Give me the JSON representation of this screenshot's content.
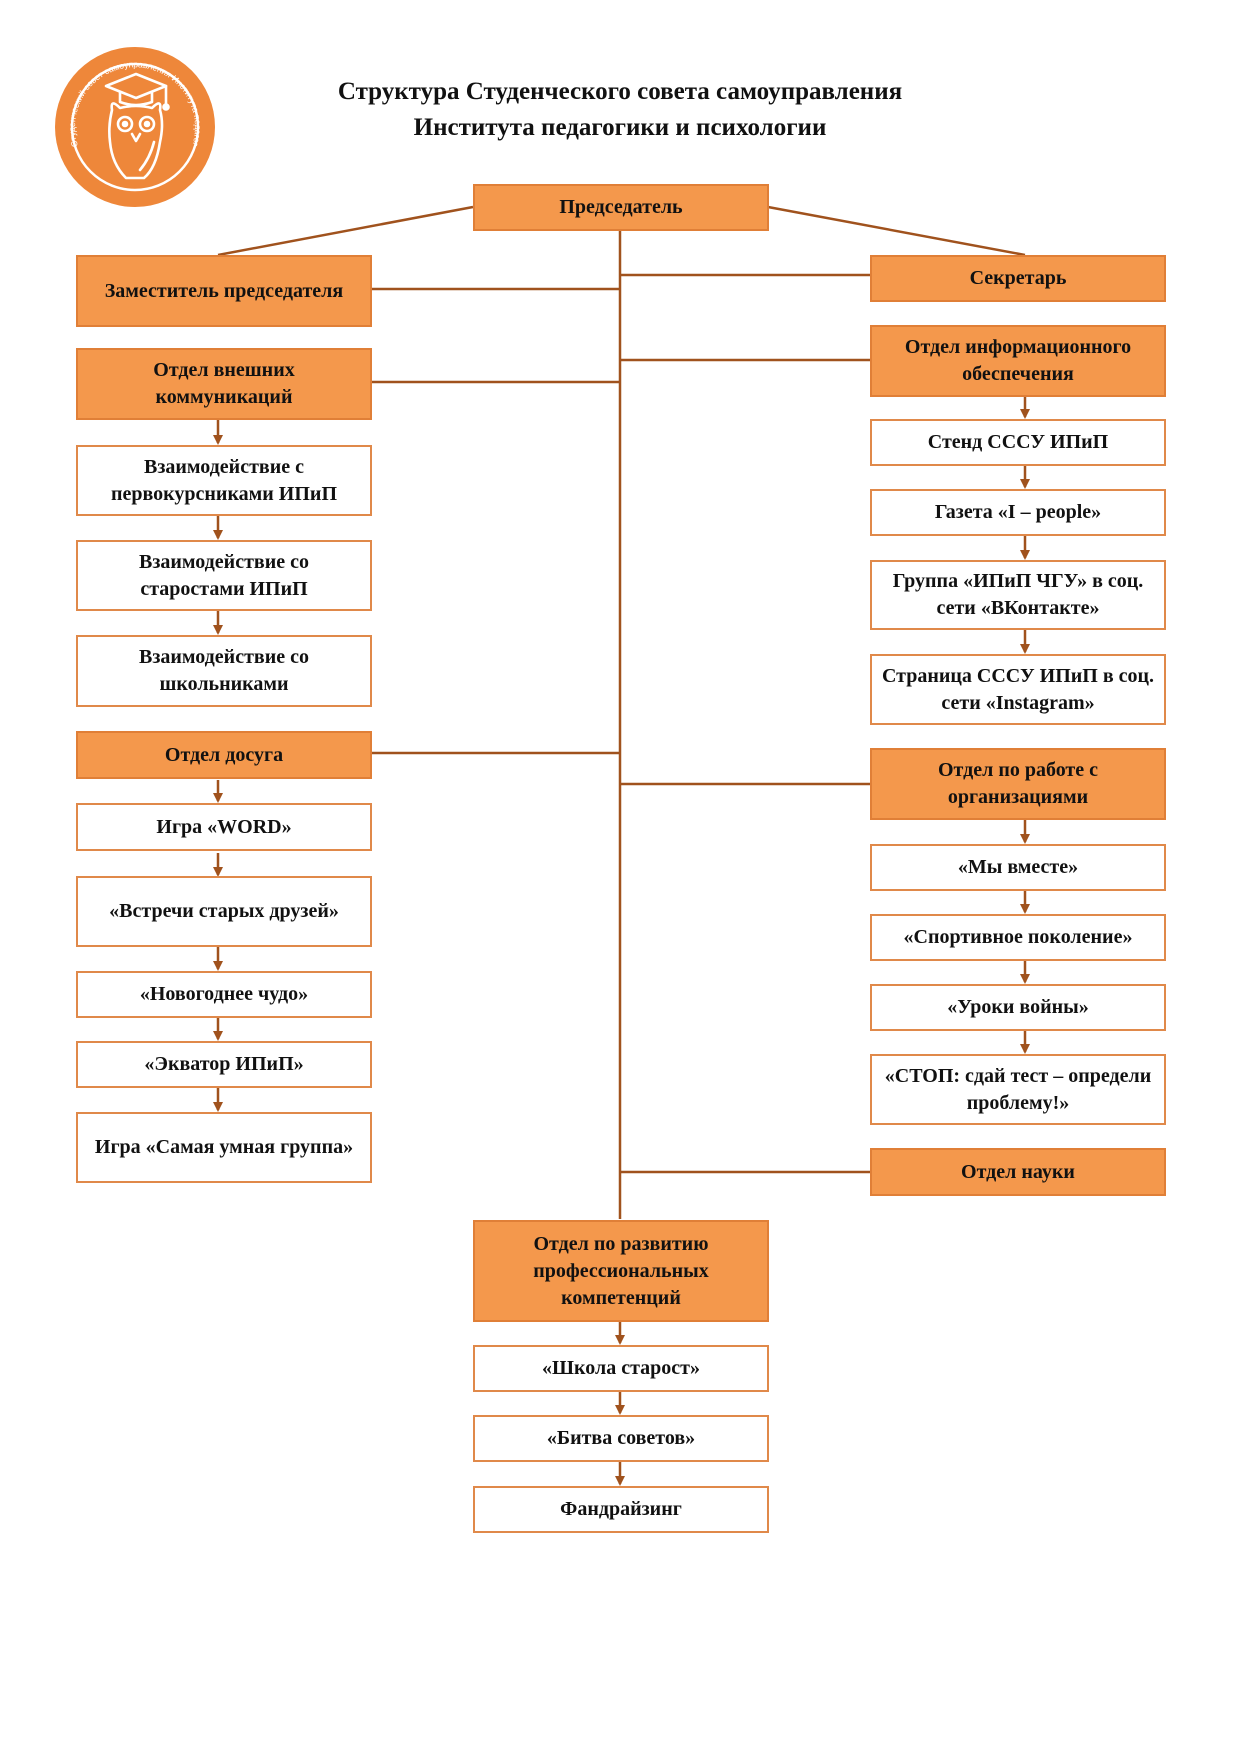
{
  "title": {
    "line1": "Структура Студенческого совета самоуправления",
    "line2": "Института педагогики и психологии"
  },
  "logo": {
    "circle_text": "Студенческий совет самоуправления Института педагогики и психологии ЧГУ",
    "icon": "owl-graduation-cap-icon"
  },
  "colors": {
    "head_fill": "#f4984c",
    "border": "#e0894a",
    "line": "#a0521d"
  },
  "nodes": {
    "chairman": "Председатель",
    "deputy": "Заместитель председателя",
    "secretary": "Секретарь",
    "ext_comm": "Отдел внешних коммуникаций",
    "ext_1": "Взаимодействие с первокурсниками ИПиП",
    "ext_2": "Взаимодействие со старостами ИПиП",
    "ext_3": "Взаимодействие со школьниками",
    "info": "Отдел информационного обеспечения",
    "info_1": "Стенд СССУ ИПиП",
    "info_2": "Газета «I – people»",
    "info_3": "Группа «ИПиП ЧГУ» в соц. сети «ВКонтакте»",
    "info_4": "Страница СССУ ИПиП в соц. сети «Instagram»",
    "leisure": "Отдел досуга",
    "leisure_1": "Игра «WORD»",
    "leisure_2": "«Встречи старых друзей»",
    "leisure_3": "«Новогоднее чудо»",
    "leisure_4": "«Экватор ИПиП»",
    "leisure_5": "Игра «Самая умная группа»",
    "org": "Отдел по работе с организациями",
    "org_1": "«Мы вместе»",
    "org_2": "«Спортивное поколение»",
    "org_3": "«Уроки войны»",
    "org_4": "«СТОП: сдай тест – определи проблему!»",
    "science": "Отдел науки",
    "prof": "Отдел по развитию профессиональных компетенций",
    "prof_1": "«Школа старост»",
    "prof_2": "«Битва советов»",
    "prof_3": "Фандрайзинг"
  }
}
